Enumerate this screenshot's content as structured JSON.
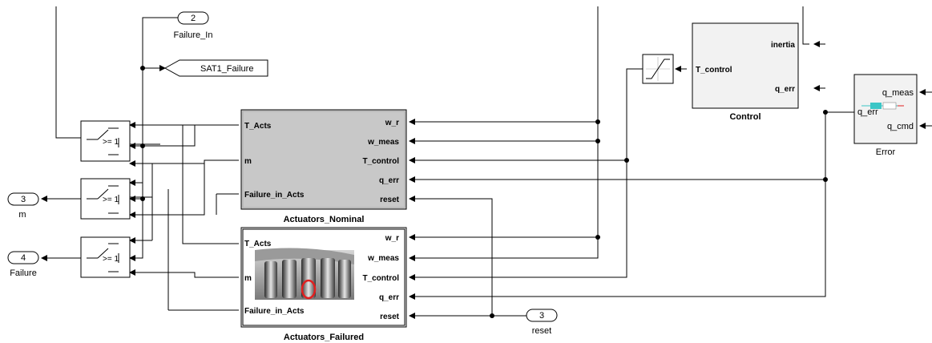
{
  "blocks": {
    "nominal": {
      "title": "Actuators_Nominal",
      "inputs": [
        "T_Acts",
        "m",
        "Failure_in_Acts"
      ],
      "outputs": [
        "w_r",
        "w_meas",
        "T_control",
        "q_err",
        "reset"
      ],
      "fill": "#c8c8c8"
    },
    "failured": {
      "title": "Actuators_Failured",
      "inputs": [
        "T_Acts",
        "m",
        "Failure_in_Acts"
      ],
      "outputs": [
        "w_r",
        "w_meas",
        "T_control",
        "q_err",
        "reset"
      ]
    },
    "control": {
      "title": "Control",
      "inputs": [
        "T_control"
      ],
      "outputs": [
        "inertia",
        "q_err"
      ],
      "fill": "#f2f2f2"
    },
    "error": {
      "title": "Error",
      "inputs": [
        "q_meas",
        "q_cmd"
      ],
      "outputs": [
        "q_err"
      ],
      "fill": "#f2f2f2"
    }
  },
  "switches": [
    {
      "label": ">= 1"
    },
    {
      "label": ">= 1"
    },
    {
      "label": ">= 1"
    }
  ],
  "ports": {
    "failure_in": {
      "number": "2",
      "label": "Failure_In"
    },
    "m_out": {
      "number": "3",
      "label": "m"
    },
    "failure_out": {
      "number": "4",
      "label": "Failure"
    },
    "reset": {
      "number": "3",
      "label": "reset"
    }
  },
  "goto": {
    "label": "SAT1_Failure"
  },
  "colors": {
    "wire": "#000000",
    "highlight": "#e02020",
    "mask_accent": "#3cc6c6"
  }
}
